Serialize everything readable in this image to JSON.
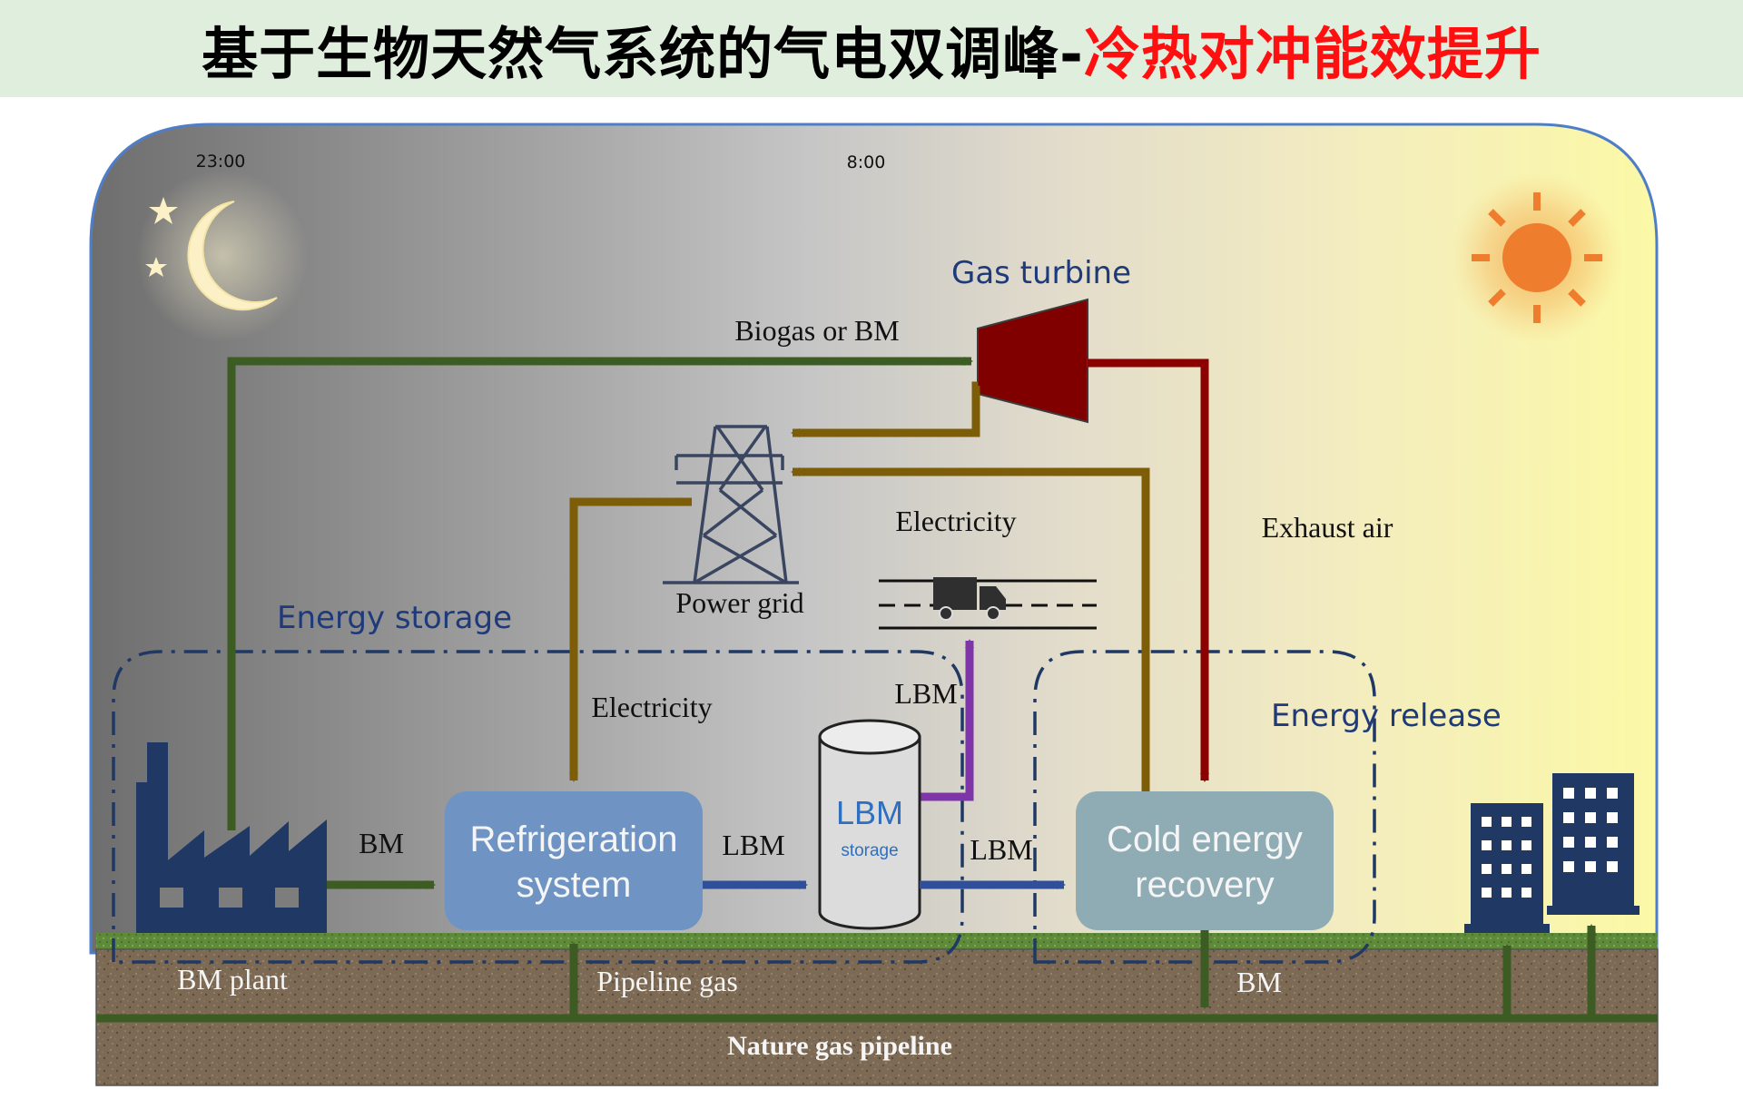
{
  "title": {
    "prefix": "基于生物天然气系统的气电双调峰-",
    "highlight": "冷热对冲能效提升"
  },
  "time_labels": {
    "night": "23:00",
    "morning": "8:00"
  },
  "components": {
    "gas_turbine": "Gas turbine",
    "power_grid": "Power grid",
    "refrigeration_line1": "Refrigeration",
    "refrigeration_line2": "system",
    "lbm_tank_title": "LBM",
    "lbm_tank_sub": "storage",
    "cold_recovery_line1": "Cold energy",
    "cold_recovery_line2": "recovery",
    "bm_plant": "BM plant",
    "pipeline": "Nature gas pipeline"
  },
  "regions": {
    "energy_storage": "Energy storage",
    "energy_release": "Energy release"
  },
  "flow_labels": {
    "biogas_or_bm": "Biogas or BM",
    "electricity_top": "Electricity",
    "electricity_left": "Electricity",
    "exhaust_air": "Exhaust air",
    "lbm_truck": "LBM",
    "bm_plant_to_refrig": "BM",
    "refrig_to_storage": "LBM",
    "storage_to_recovery": "LBM",
    "pipeline_gas": "Pipeline gas",
    "bm_down": "BM"
  },
  "icons": {
    "moon": "moon-stars-icon",
    "sun": "sun-icon",
    "factory": "factory-icon",
    "tower": "power-tower-icon",
    "truck": "truck-icon",
    "buildings": "buildings-icon"
  },
  "colors": {
    "green_flow": "#3d5c23",
    "olive_flow": "#7d5d08",
    "red_flow": "#8b0000",
    "blue_flow": "#2f4f9a",
    "purple_flow": "#7d35a8",
    "navy_icons": "#1f3864",
    "title_red": "#ff1010"
  }
}
